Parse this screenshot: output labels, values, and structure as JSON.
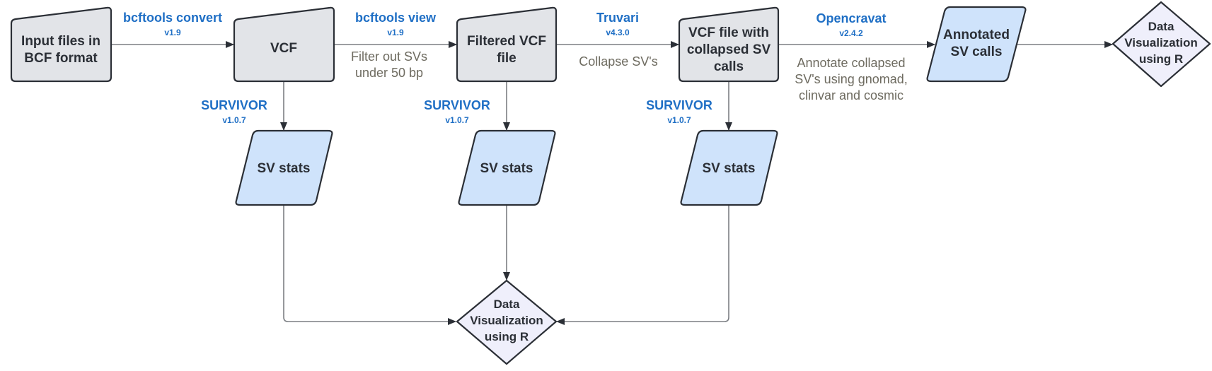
{
  "colors": {
    "tool_label": "#1f6fc5",
    "note_text": "#6e6b60",
    "process_fill": "#e2e4e8",
    "data_fill": "#cfe3fb",
    "decision_fill": "#efeffb",
    "stroke": "#2b2f36",
    "edge": "#7c7f84"
  },
  "nodes": {
    "input": [
      "Input files in",
      "BCF format"
    ],
    "vcf": [
      "VCF"
    ],
    "filtered": [
      "Filtered VCF",
      "file"
    ],
    "collapsed": [
      "VCF file with",
      "collapsed SV",
      "calls"
    ],
    "annotated": [
      "Annotated",
      "SV calls"
    ],
    "viz_top": [
      "Data",
      "Visualization",
      "using R"
    ],
    "stats1": [
      "SV stats"
    ],
    "stats2": [
      "SV stats"
    ],
    "stats3": [
      "SV stats"
    ],
    "viz_bottom": [
      "Data",
      "Visualization",
      "using R"
    ]
  },
  "edges": {
    "convert": {
      "tool": "bcftools convert",
      "version": "v1.9"
    },
    "view": {
      "tool": "bcftools view",
      "version": "v1.9",
      "note": [
        "Filter out SVs",
        "under 50 bp"
      ]
    },
    "truvari": {
      "tool": "Truvari",
      "version": "v4.3.0",
      "note": [
        "Collapse SV's"
      ]
    },
    "opencravat": {
      "tool": "Opencravat",
      "version": "v2.4.2",
      "note": [
        "Annotate collapsed",
        "SV's using gnomad,",
        "clinvar and cosmic"
      ]
    },
    "survivor1": {
      "tool": "SURVIVOR",
      "version": "v1.0.7"
    },
    "survivor2": {
      "tool": "SURVIVOR",
      "version": "v1.0.7"
    },
    "survivor3": {
      "tool": "SURVIVOR",
      "version": "v1.0.7"
    }
  }
}
